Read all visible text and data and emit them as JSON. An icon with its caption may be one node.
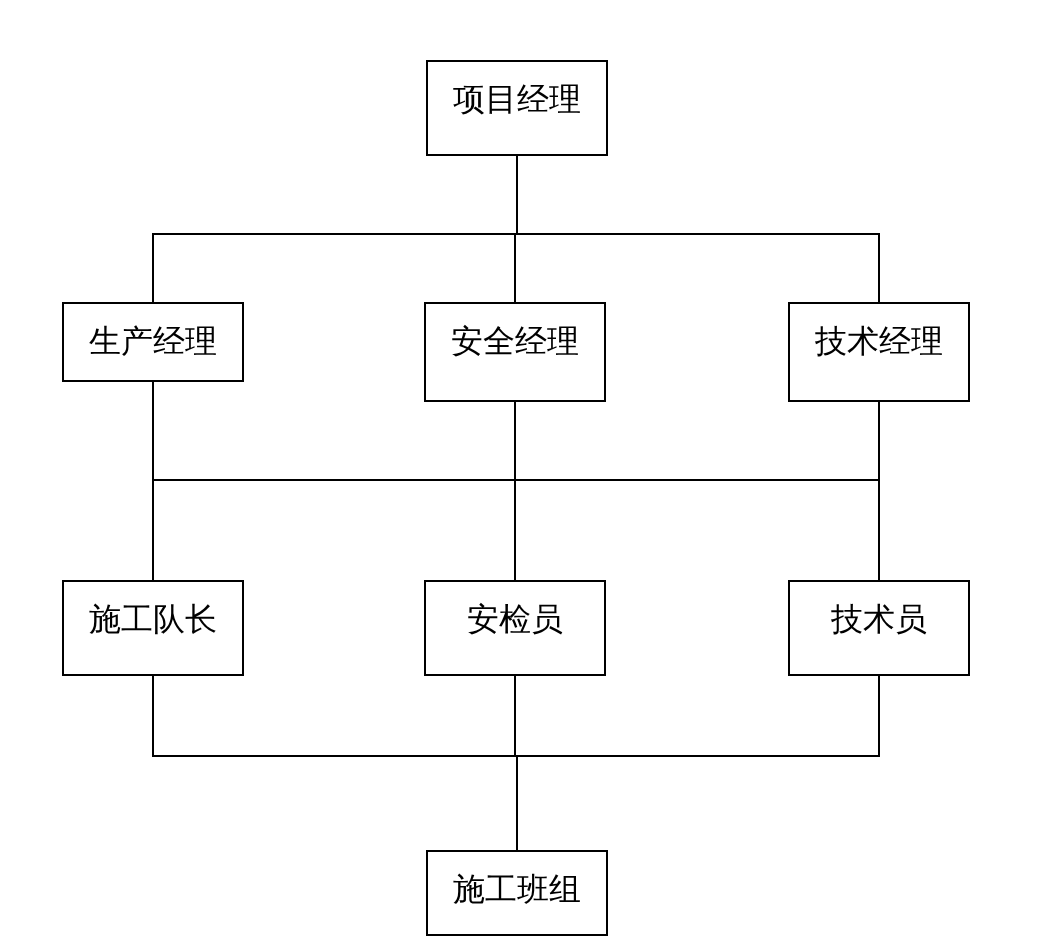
{
  "diagram": {
    "nodes": [
      {
        "text": [
          "项目经理"
        ]
      },
      {
        "text": [
          "生产经理"
        ]
      },
      {
        "text": [
          "安全经理"
        ]
      },
      {
        "text": [
          "技术经理"
        ]
      },
      {
        "text": [
          "施工队长"
        ]
      },
      {
        "text": [
          "安检员"
        ]
      },
      {
        "text": [
          "技术员"
        ]
      },
      {
        "text": [
          "施工班组"
        ]
      }
    ],
    "edges": [
      {
        "from": 0,
        "to": 1,
        "arrow": "none"
      },
      {
        "from": 0,
        "to": 2,
        "arrow": "none"
      },
      {
        "from": 0,
        "to": 3,
        "arrow": "none"
      },
      {
        "from": 1,
        "to": 4,
        "arrow": "none"
      },
      {
        "from": 1,
        "to": 5,
        "arrow": "none"
      },
      {
        "from": 1,
        "to": 6,
        "arrow": "none"
      },
      {
        "from": 2,
        "to": 4,
        "arrow": "none"
      },
      {
        "from": 2,
        "to": 5,
        "arrow": "none"
      },
      {
        "from": 2,
        "to": 6,
        "arrow": "none"
      },
      {
        "from": 3,
        "to": 4,
        "arrow": "none"
      },
      {
        "from": 3,
        "to": 5,
        "arrow": "none"
      },
      {
        "from": 3,
        "to": 6,
        "arrow": "none"
      },
      {
        "from": 4,
        "to": 7,
        "arrow": "none"
      },
      {
        "from": 5,
        "to": 7,
        "arrow": "none"
      },
      {
        "from": 6,
        "to": 7,
        "arrow": "none"
      }
    ]
  }
}
